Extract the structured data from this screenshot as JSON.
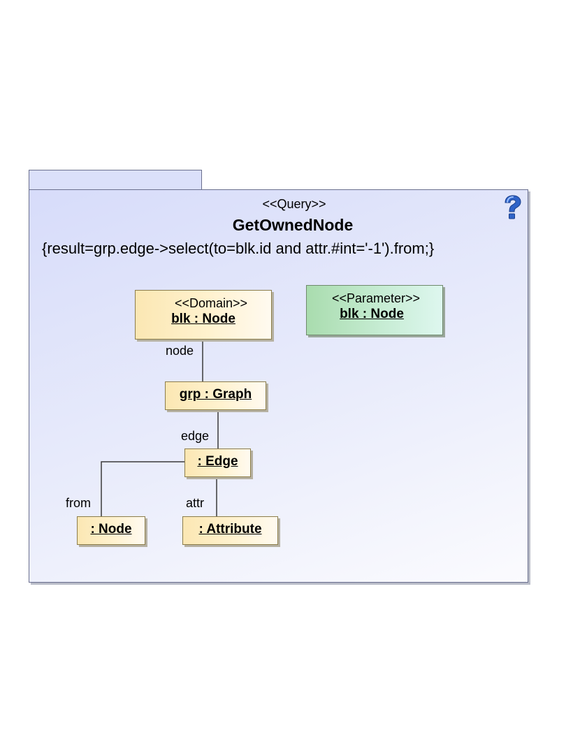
{
  "query": {
    "stereotype": "<<Query>>",
    "name": "GetOwnedNode",
    "constraint": "{result=grp.edge->select(to=blk.id and attr.#int='-1').from;}"
  },
  "help_icon": "question-mark-icon",
  "nodes": {
    "domain": {
      "stereotype": "<<Domain>>",
      "label": "blk : Node"
    },
    "parameter": {
      "stereotype": "<<Parameter>>",
      "label": "blk : Node"
    },
    "graph": {
      "label": "grp : Graph"
    },
    "edge": {
      "label": ": Edge"
    },
    "node": {
      "label": ": Node"
    },
    "attribute": {
      "label": ": Attribute"
    }
  },
  "roles": {
    "node": "node",
    "edge": "edge",
    "from": "from",
    "attr": "attr"
  },
  "colors": {
    "frame_fill": "#d7dcfa",
    "frame_border": "#6a6f8e",
    "object_fill": "#fbe7b3",
    "parameter_fill": "#a9dcae",
    "help_icon": "#2f63c8"
  }
}
